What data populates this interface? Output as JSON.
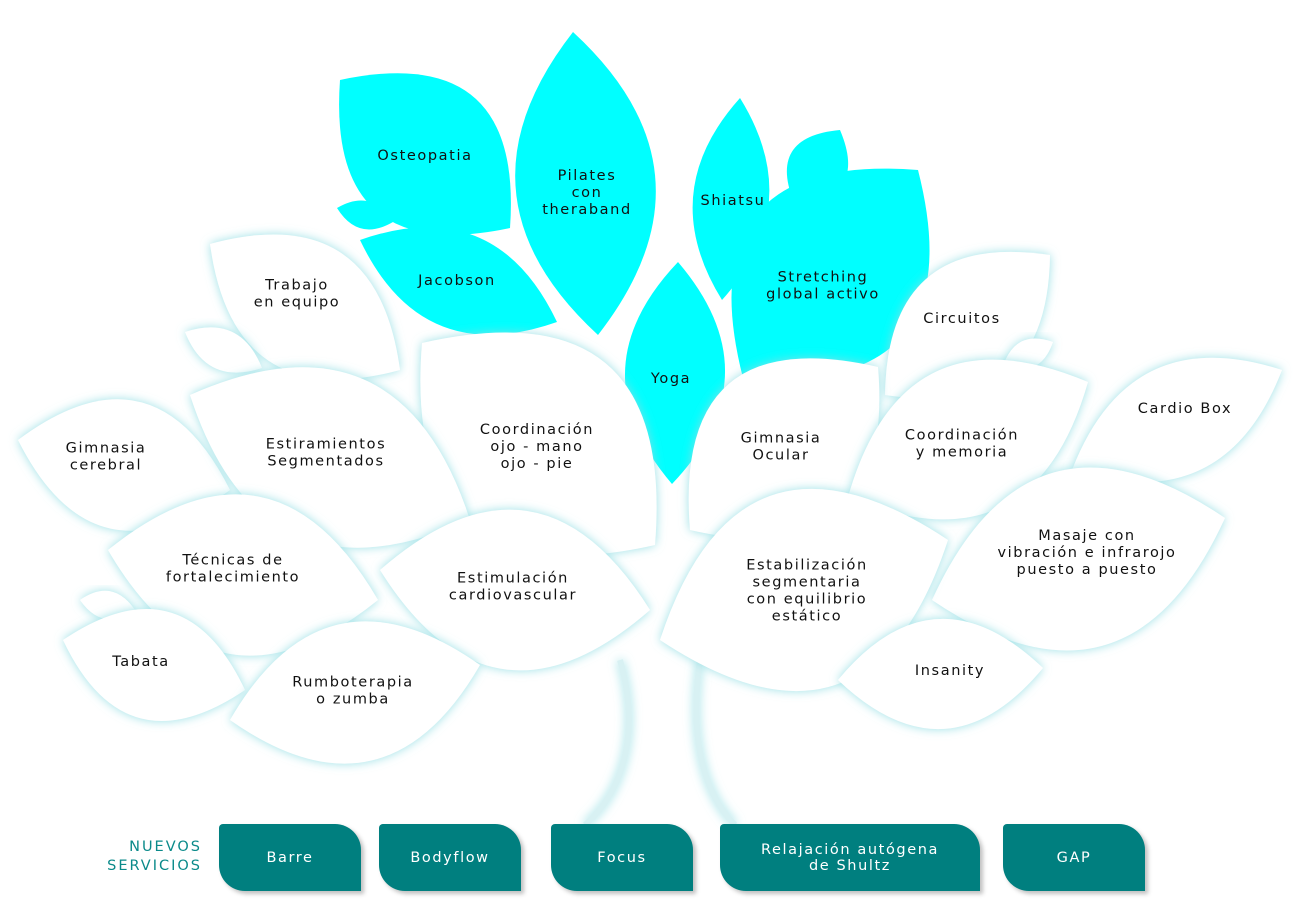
{
  "colors": {
    "highlight_leaf": "#00ffff",
    "regular_leaf": "#ffffff",
    "glow": "#aee6ea",
    "button": "#007f7f",
    "label": "#0a8a8a"
  },
  "leaves": [
    {
      "id": "osteopatia",
      "lines": [
        "Osteopatia"
      ],
      "highlight": true
    },
    {
      "id": "small-cyan-1",
      "lines": [],
      "highlight": true
    },
    {
      "id": "jacobson",
      "lines": [
        "Jacobson"
      ],
      "highlight": true
    },
    {
      "id": "pilates",
      "lines": [
        "Pilates",
        "con",
        "theraband"
      ],
      "highlight": true
    },
    {
      "id": "shiatsu",
      "lines": [
        "Shiatsu"
      ],
      "highlight": true
    },
    {
      "id": "small-cyan-2",
      "lines": [],
      "highlight": true
    },
    {
      "id": "stretching",
      "lines": [
        "Stretching",
        "global activo"
      ],
      "highlight": true
    },
    {
      "id": "yoga",
      "lines": [
        "Yoga"
      ],
      "highlight": true
    },
    {
      "id": "trabajo",
      "lines": [
        "Trabajo",
        "en equipo"
      ],
      "highlight": false
    },
    {
      "id": "small-white-1",
      "lines": [],
      "highlight": false
    },
    {
      "id": "coordinacion-ojo",
      "lines": [
        "Coordinación",
        "ojo - mano",
        "ojo - pie"
      ],
      "highlight": false
    },
    {
      "id": "circuitos",
      "lines": [
        "Circuitos"
      ],
      "highlight": false
    },
    {
      "id": "small-white-2",
      "lines": [],
      "highlight": false
    },
    {
      "id": "gimnasia-ocular",
      "lines": [
        "Gimnasia",
        "Ocular"
      ],
      "highlight": false
    },
    {
      "id": "cardio-box",
      "lines": [
        "Cardio Box"
      ],
      "highlight": false
    },
    {
      "id": "coordinacion-memoria",
      "lines": [
        "Coordinación",
        "y memoria"
      ],
      "highlight": false
    },
    {
      "id": "gimnasia-cerebral",
      "lines": [
        "Gimnasia",
        "cerebral"
      ],
      "highlight": false
    },
    {
      "id": "estiramientos",
      "lines": [
        "Estiramientos",
        "Segmentados"
      ],
      "highlight": false
    },
    {
      "id": "tecnicas",
      "lines": [
        "Técnicas de",
        "fortalecimiento"
      ],
      "highlight": false
    },
    {
      "id": "estimulacion",
      "lines": [
        "Estimulación",
        "cardiovascular"
      ],
      "highlight": false
    },
    {
      "id": "masaje",
      "lines": [
        "Masaje con",
        "vibración e infrarojo",
        "puesto a puesto"
      ],
      "highlight": false
    },
    {
      "id": "estabilizacion",
      "lines": [
        "Estabilización",
        "segmentaria",
        "con equilibrio",
        "estático"
      ],
      "highlight": false
    },
    {
      "id": "small-white-3",
      "lines": [],
      "highlight": false
    },
    {
      "id": "tabata",
      "lines": [
        "Tabata"
      ],
      "highlight": false
    },
    {
      "id": "rumboterapia",
      "lines": [
        "Rumboterapia",
        "o zumba"
      ],
      "highlight": false
    },
    {
      "id": "insanity",
      "lines": [
        "Insanity"
      ],
      "highlight": false
    }
  ],
  "new_services": {
    "label_line1": "NUEVOS",
    "label_line2": "SERVICIOS",
    "buttons": [
      {
        "label": "Barre"
      },
      {
        "label": "Bodyflow"
      },
      {
        "label": "Focus"
      },
      {
        "label_line1": "Relajación autógena",
        "label_line2": "de Shultz"
      },
      {
        "label": "GAP"
      }
    ]
  }
}
